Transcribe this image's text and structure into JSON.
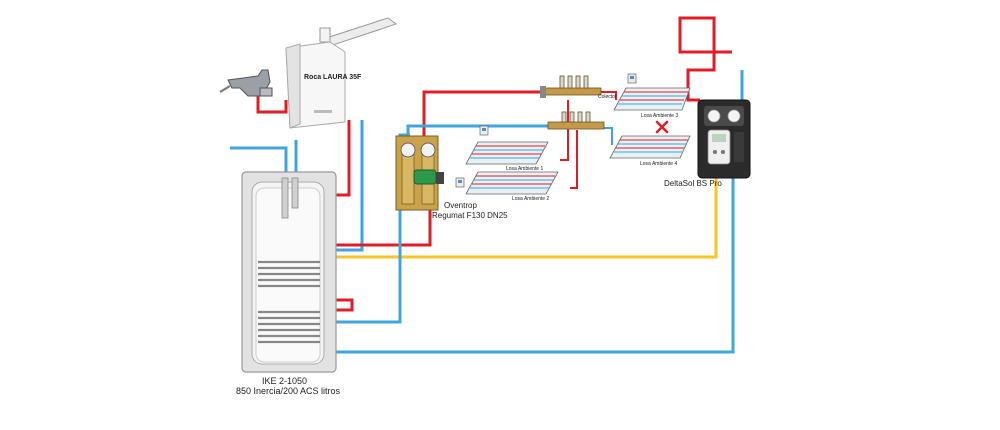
{
  "colors": {
    "hot_pipe": "#e01d25",
    "cold_pipe": "#3ea6dc",
    "signal_wire": "#f6c624",
    "tank_body": "#d9d9d9",
    "controller_body": "#2b2b2b"
  },
  "icons": {
    "faucet": "faucet-icon",
    "boiler": "boiler-icon",
    "tank": "buffer-tank-icon",
    "pump_group": "pump-group-icon",
    "manifold": "manifold-icon",
    "thermostat": "thermostat-icon",
    "solar_controller": "solar-station-icon",
    "disabled_zone": "red-x-icon"
  },
  "labels": {
    "boiler": "Roca LAURA 35F",
    "collector": "Colector",
    "zone_1": "Losa Ambiente 1",
    "zone_2": "Losa Ambiente 2",
    "zone_3": "Losa Ambiente 3",
    "zone_4": "Losa Ambiente 4",
    "pump_line1": "Oventrop",
    "pump_line2": "Regumat F130 DN25",
    "controller": "DeltaSol BS Pro",
    "tank_line1": "IKE 2-1050",
    "tank_line2": "850 Inercia/200 ACS litros"
  }
}
